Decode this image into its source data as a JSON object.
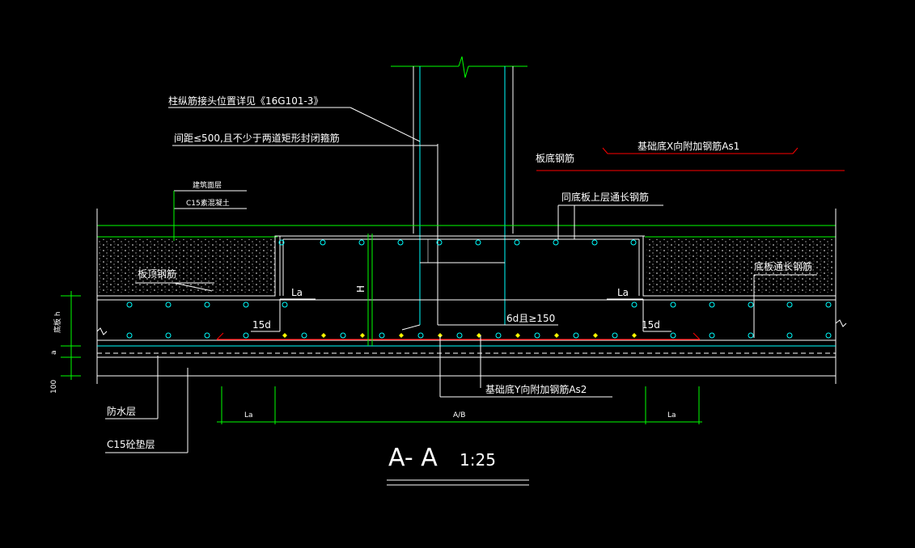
{
  "notes": {
    "column_splice": "柱纵筋接头位置详见《16G101-3》",
    "stirrup_spacing": "间距≤500,且不少于两道矩形封闭箍筋",
    "slab_bottom_bar": "板底钢筋",
    "base_x_bar": "基础底X向附加钢筋As1",
    "same_top_bar": "同底板上层通长钢筋",
    "floor_finish": "建筑面层",
    "c15_concrete": "C15素混凝土",
    "slab_bar_label": "板顶钢筋",
    "slab_long_bar": "底板通长钢筋",
    "base_y_bar": "基础底Y向附加钢筋As2",
    "waterproof": "防水层",
    "c15_cushion": "C15砼垫层"
  },
  "dims": {
    "la_left_inner": "La",
    "la_right_inner": "La",
    "h_label": "H",
    "d15_left": "15d",
    "d15_right": "15d",
    "d6": "6d且≥150",
    "la_bottom_left": "La",
    "ab": "A/B",
    "la_bottom_right": "La",
    "side_h": "底板 h",
    "side_a": "a",
    "side_100": "100"
  },
  "title": {
    "section": "A- A",
    "scale": "1:25"
  },
  "colors": {
    "green": "#00ff00",
    "red": "#ff0000",
    "yellow": "#ffff00",
    "cyan": "#00ffff",
    "white": "#ffffff"
  }
}
